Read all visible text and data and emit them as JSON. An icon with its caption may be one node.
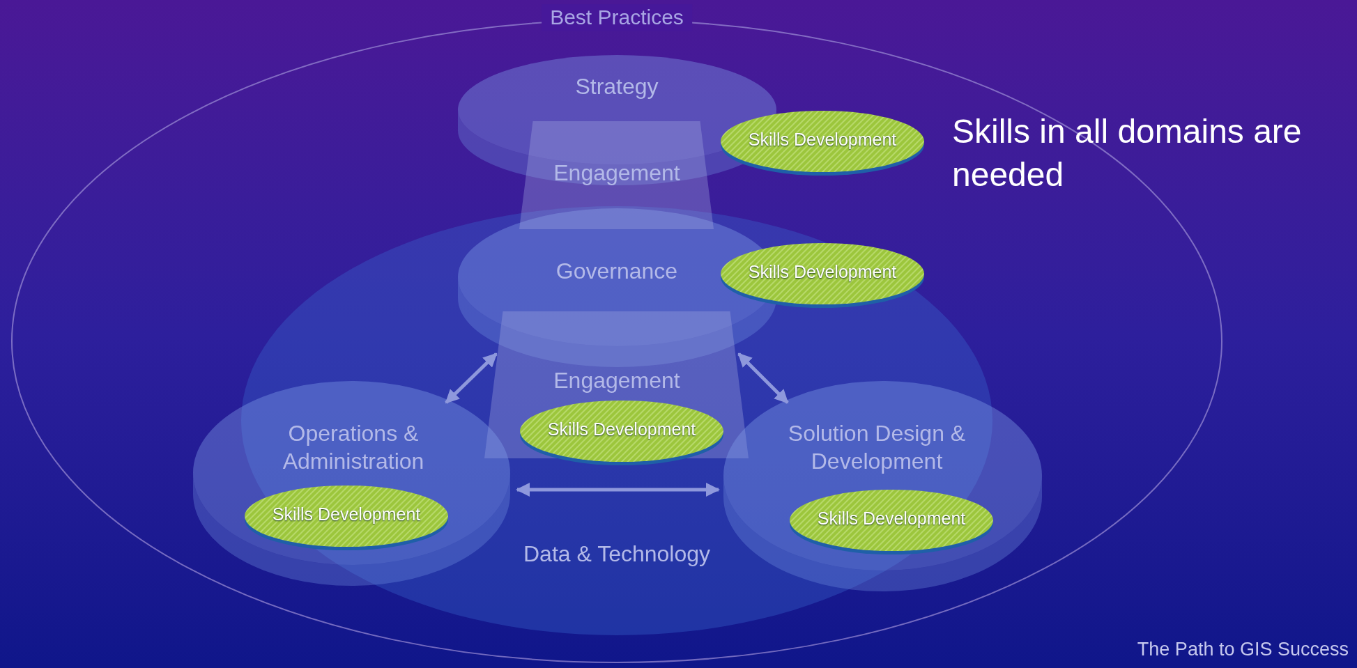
{
  "diagram": {
    "nodes": [
      {
        "text": [
          "Best Practices"
        ]
      },
      {
        "text": [
          "Data & Technology"
        ],
        "in": 0
      },
      {
        "text": [
          "Strategy"
        ],
        "in": 0
      },
      {
        "text": [
          "Engagement"
        ],
        "in": 0
      },
      {
        "text": [
          "Governance"
        ],
        "in": 1
      },
      {
        "text": [
          "Engagement"
        ],
        "in": 1
      },
      {
        "text": [
          "Operations & Administration"
        ],
        "in": 0
      },
      {
        "text": [
          "Solution Design & Development"
        ],
        "in": 0
      },
      {
        "text": [
          "Skills Development"
        ],
        "in": 0
      },
      {
        "text": [
          "Skills Development"
        ],
        "in": 1
      },
      {
        "text": [
          "Skills Development"
        ],
        "in": 1
      },
      {
        "text": [
          "Skills Development"
        ],
        "in": 6
      },
      {
        "text": [
          "Skills Development"
        ],
        "in": 7
      }
    ],
    "edges": [
      {
        "from": 6,
        "to": 4,
        "arrow": "both"
      },
      {
        "from": 4,
        "to": 7,
        "arrow": "both"
      },
      {
        "from": 6,
        "to": 7,
        "arrow": "both"
      }
    ],
    "labels": [
      "Skills in all domains are needed",
      "The Path to GIS Success"
    ]
  }
}
